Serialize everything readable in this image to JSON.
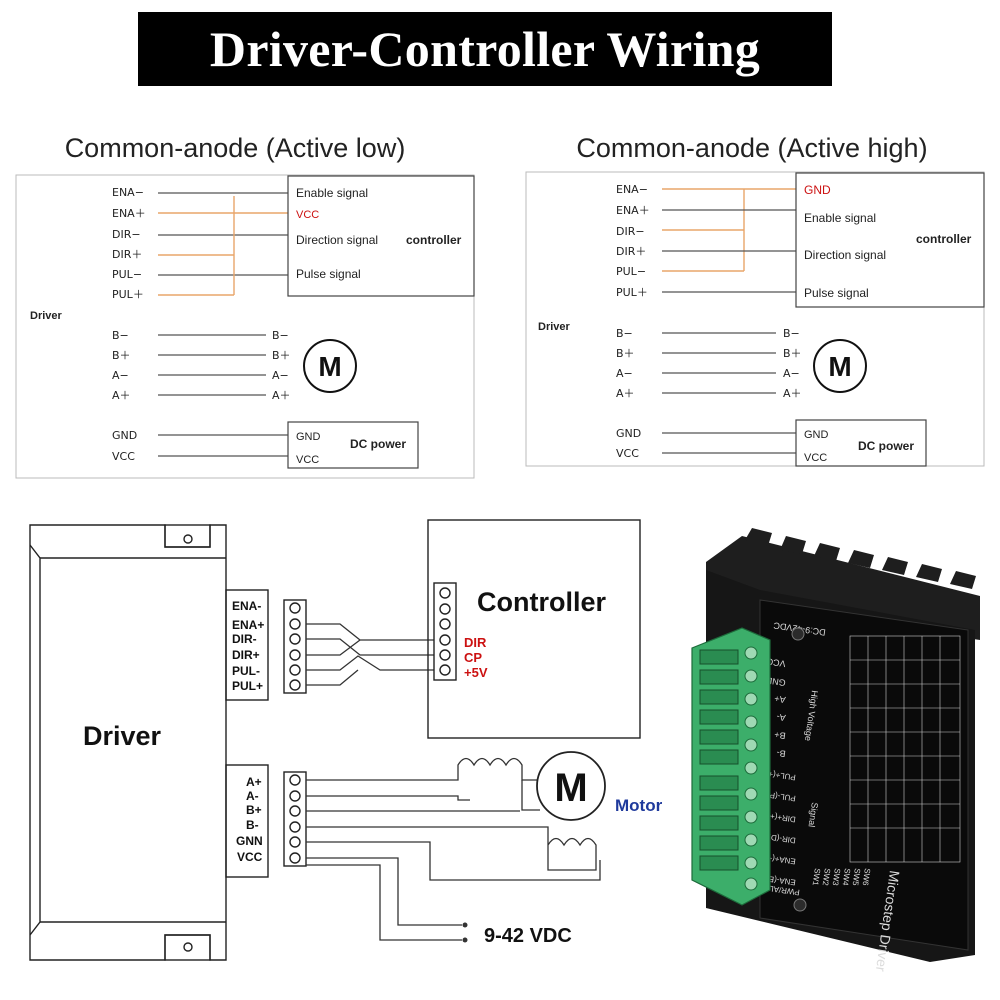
{
  "title": "Driver-Controller Wiring",
  "panel_left": {
    "heading": "Common-anode (Active low)",
    "driver_label": "Driver",
    "driver_pins": [
      "ENA−",
      "ENA＋",
      "DIR−",
      "DIR＋",
      "PUL−",
      "PUL＋"
    ],
    "motor_pins": [
      "B−",
      "B＋",
      "A−",
      "A＋"
    ],
    "power_pins": [
      "GND",
      "VCC"
    ],
    "controller_signals": [
      "Enable signal",
      "VCC",
      "Direction signal",
      "Pulse signal"
    ],
    "controller_label": "controller",
    "motor_right_pins": [
      "B−",
      "B＋",
      "A−",
      "A＋"
    ],
    "motor_symbol": "M",
    "power_box_pins": [
      "GND",
      "VCC"
    ],
    "power_label": "DC power"
  },
  "panel_right": {
    "heading": "Common-anode (Active high)",
    "driver_label": "Driver",
    "driver_pins": [
      "ENA−",
      "ENA＋",
      "DIR−",
      "DIR＋",
      "PUL−",
      "PUL＋"
    ],
    "motor_pins": [
      "B−",
      "B＋",
      "A−",
      "A＋"
    ],
    "power_pins": [
      "GND",
      "VCC"
    ],
    "controller_signals": [
      "GND",
      "Enable signal",
      "Direction signal",
      "Pulse signal"
    ],
    "controller_label": "controller",
    "motor_right_pins": [
      "B−",
      "B＋",
      "A−",
      "A＋"
    ],
    "motor_symbol": "M",
    "power_box_pins": [
      "GND",
      "VCC"
    ],
    "power_label": "DC power"
  },
  "bottom_diagram": {
    "driver_label": "Driver",
    "signal_pins": [
      "ENA-",
      "ENA+",
      "DIR-",
      "DIR+",
      "PUL-",
      "PUL+"
    ],
    "motor_pins": [
      "A+",
      "A-",
      "B+",
      "B-",
      "GNN",
      "VCC"
    ],
    "controller_label": "Controller",
    "controller_signals": [
      "DIR",
      "CP",
      "+5V"
    ],
    "motor_symbol": "M",
    "motor_label": "Motor",
    "power_label": "9-42 VDC"
  },
  "photo": {
    "voltage_label": "DC:9-42VDC",
    "brand_label": "Microstep Driver",
    "terminal_labels": [
      "VCC",
      "GND",
      "A+",
      "A-",
      "B+",
      "B-",
      "PUL+(+5V)",
      "PUL-(PUL)",
      "DIR+(+5V)",
      "DIR-(DIR)",
      "ENA+(+5V)",
      "ENA-(ENA)"
    ],
    "group_labels": [
      "High Voltage",
      "Signal"
    ],
    "led_label": "PWR/ALARM",
    "switch_labels": [
      "SW6",
      "SW5",
      "SW4",
      "SW3",
      "SW2",
      "SW1"
    ]
  },
  "colors": {
    "wire_orange": "#e8a56a",
    "signal_red": "#cc1111",
    "motor_blue": "#1f3a9c",
    "terminal_green": "#3cae6a"
  }
}
